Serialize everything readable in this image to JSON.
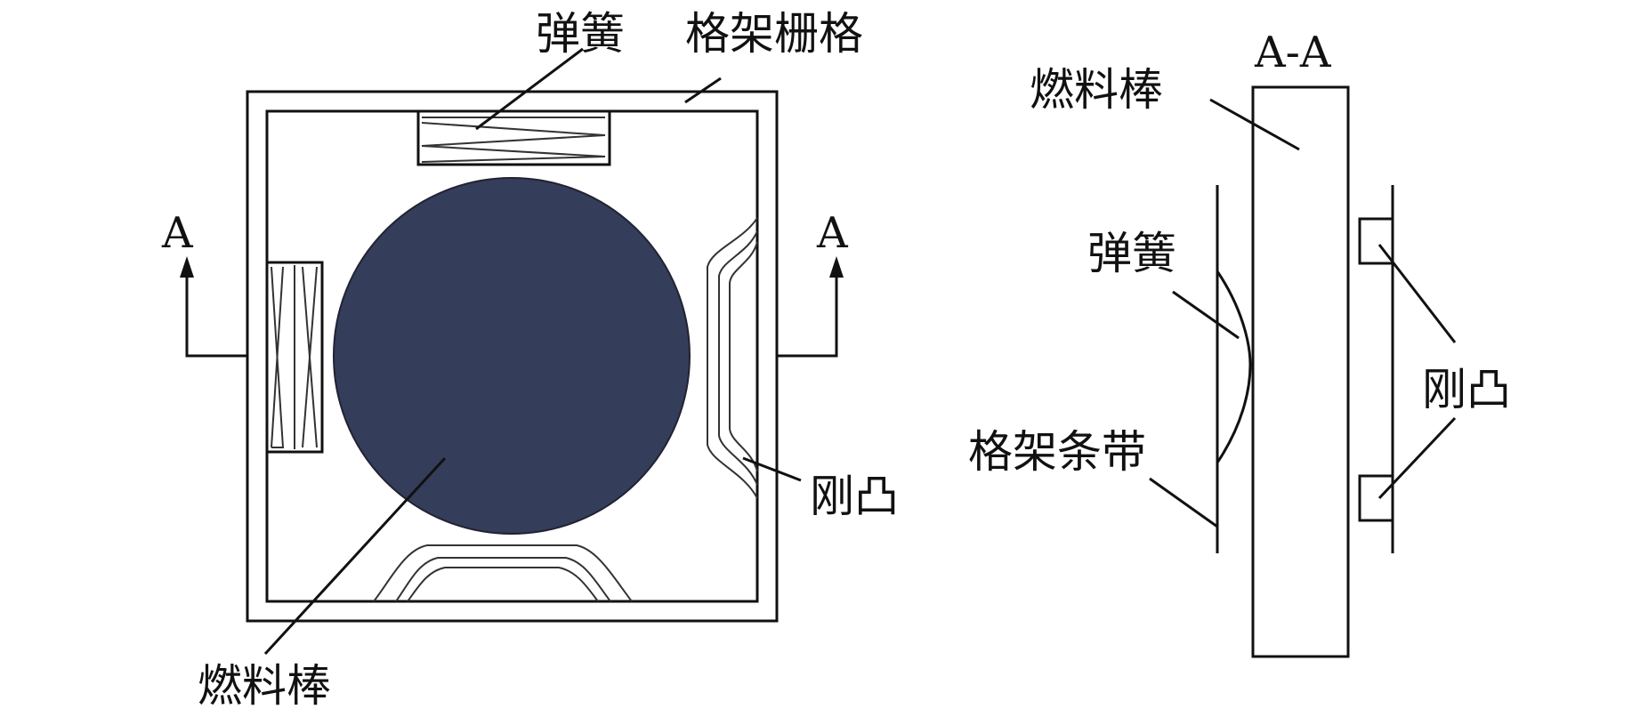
{
  "plan_view": {
    "spring_top_label": "弹簧",
    "grid_label": "格架栅格",
    "section_mark_left": "A",
    "section_mark_right": "A",
    "dimple_label": "刚凸",
    "fuel_rod_label": "燃料棒",
    "fuel_rod_color": "#343d5a"
  },
  "section_view": {
    "title": "A-A",
    "fuel_rod_label": "燃料棒",
    "spring_label": "弹簧",
    "strip_label": "格架条带",
    "dimple_label": "刚凸"
  }
}
